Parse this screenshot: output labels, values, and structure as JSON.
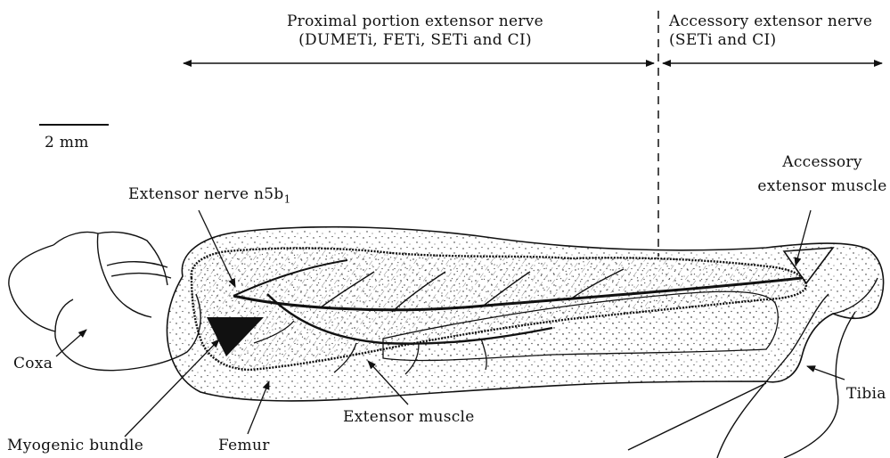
{
  "header": {
    "proximal": {
      "line1": "Proximal portion extensor nerve",
      "line2": "(DUMETi, FETi, SETi and CI)"
    },
    "accessory_nerve": {
      "line1": "Accessory extensor nerve",
      "line2": "(SETi and CI)"
    }
  },
  "scale_bar": {
    "label": "2 mm"
  },
  "labels": {
    "extensor_nerve_prefix": "Extensor nerve n5b",
    "extensor_nerve_subscript": "1",
    "accessory_muscle_line1": "Accessory",
    "accessory_muscle_line2": "extensor muscle",
    "coxa": "Coxa",
    "tibia": "Tibia",
    "extensor_muscle": "Extensor muscle",
    "myogenic_bundle": "Myogenic bundle",
    "femur": "Femur"
  },
  "colors": {
    "ink": "#111111",
    "background": "#ffffff"
  }
}
